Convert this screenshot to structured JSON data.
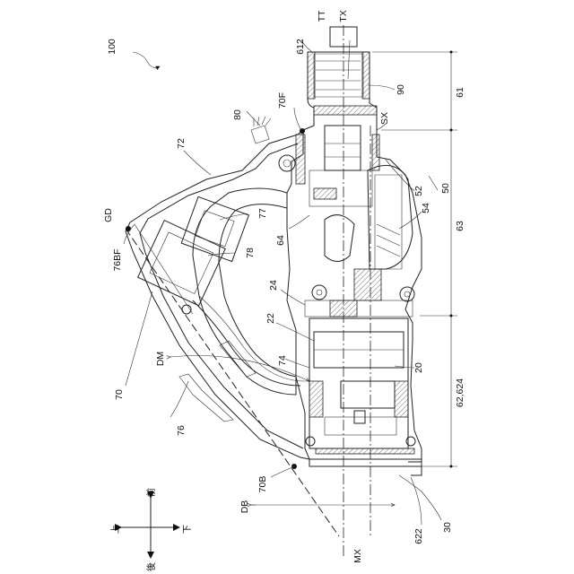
{
  "figure_number": "100",
  "labels": {
    "TT": "TT",
    "TX": "TX",
    "n612": "612",
    "n61": "61",
    "n90": "90",
    "SX": "SX",
    "n80": "80",
    "n70F": "70F",
    "n72": "72",
    "n52": "52",
    "n50": "50",
    "n54": "54",
    "n63": "63",
    "n77": "77",
    "n64": "64",
    "GD": "GD",
    "n76BF": "76BF",
    "n78": "78",
    "n24": "24",
    "n22": "22",
    "DM": "DM",
    "n74": "74",
    "n20": "20",
    "n70": "70",
    "n62624": "62,624",
    "n76": "76",
    "n70B": "70B",
    "DB": "DB",
    "MX": "MX",
    "n622": "622",
    "n30": "30"
  },
  "direction_marks": {
    "up": "上",
    "front": "前",
    "down": "下",
    "rear": "後"
  }
}
